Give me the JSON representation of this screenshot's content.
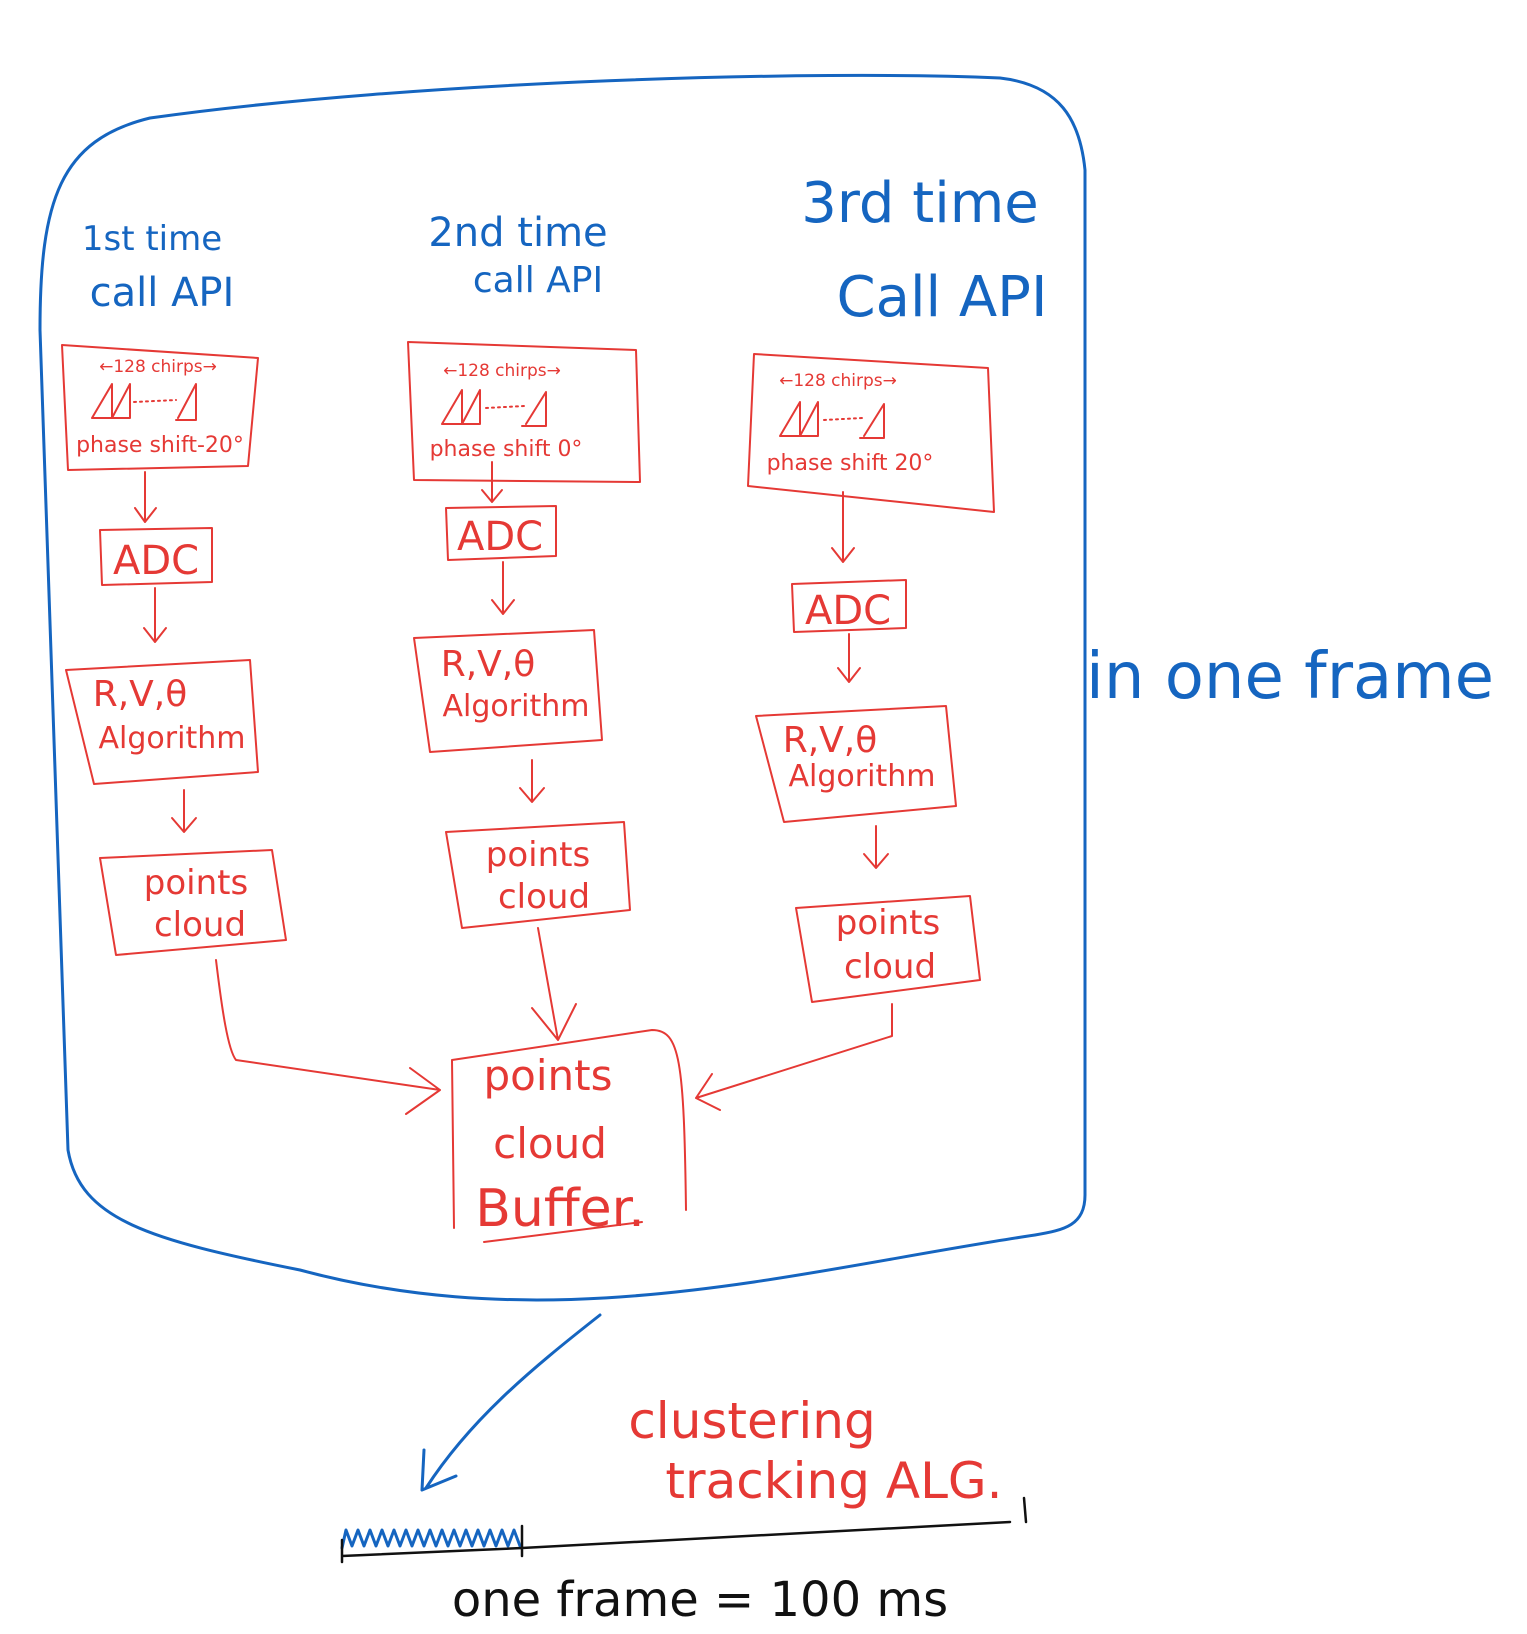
{
  "columns": [
    {
      "title_line1": "1st time",
      "title_line2": "call API",
      "chirps_label": "←128 chirps→",
      "phase_label": "phase shift-20°",
      "adc_label": "ADC",
      "algo_line1": "R,V,θ",
      "algo_line2": "Algorithm",
      "cloud_line1": "points",
      "cloud_line2": "cloud"
    },
    {
      "title_line1": "2nd time",
      "title_line2": "call API",
      "chirps_label": "←128 chirps→",
      "phase_label": "phase shift 0°",
      "adc_label": "ADC",
      "algo_line1": "R,V,θ",
      "algo_line2": "Algorithm",
      "cloud_line1": "points",
      "cloud_line2": "cloud"
    },
    {
      "title_line1": "3rd time",
      "title_line2": "Call API",
      "chirps_label": "←128 chirps→",
      "phase_label": "phase shift 20°",
      "adc_label": "ADC",
      "algo_line1": "R,V,θ",
      "algo_line2": "Algorithm",
      "cloud_line1": "points",
      "cloud_line2": "cloud"
    }
  ],
  "buffer": {
    "line1": "points",
    "line2": "cloud",
    "line3": "Buffer."
  },
  "frame_note": "in one frame",
  "algorithm_note": {
    "line1": "clustering",
    "line2": "tracking ALG."
  },
  "timeline_label": "one frame = 100 ms",
  "colors": {
    "blue": "#1565c0",
    "red": "#e53935",
    "black": "#111111"
  }
}
